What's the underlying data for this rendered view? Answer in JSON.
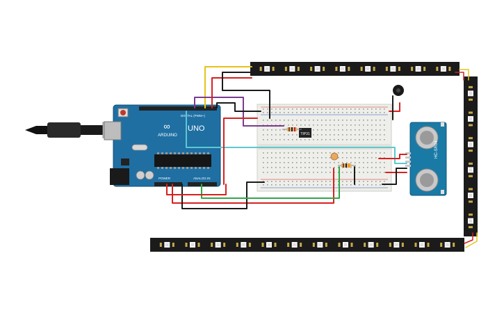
{
  "arduino": {
    "brand": "ARDUINO",
    "model": "UNO",
    "digital_label": "DIGITAL (PWM~)",
    "power_label": "POWER",
    "analog_label": "ANALOG IN",
    "icon": "infinity-logo"
  },
  "ic_chip": {
    "label": "TIP31"
  },
  "sonar": {
    "label": "HC-SR04",
    "subtext": ""
  },
  "led_strip": {
    "segment_count_top": 8,
    "segment_count_right": 6,
    "segment_count_bottom": 12
  },
  "colors": {
    "board_blue": "#1f6fa3",
    "wire_red": "#d62020",
    "wire_black": "#1a1a1a",
    "wire_yellow": "#e8c21a",
    "wire_purple": "#7a3b8f",
    "wire_cyan": "#5cc8d0",
    "wire_green": "#2fa84a",
    "breadboard": "#eeeeea",
    "strip": "#1b1b1b",
    "sensor_blue": "#1a7aa6"
  }
}
